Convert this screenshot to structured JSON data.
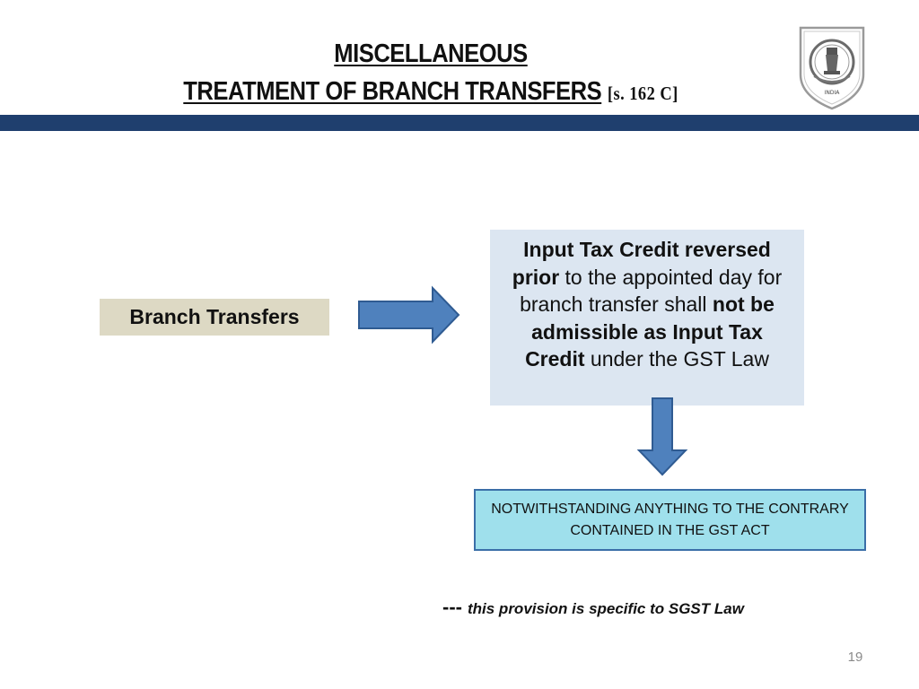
{
  "slide": {
    "title_line1": "MISCELLANEOUS",
    "title_line2_main": "TREATMENT OF BRANCH TRANSFERS",
    "title_line2_ref": "[s. 162 C]",
    "page_number": "19"
  },
  "emblem": {
    "text": "INDIA",
    "icon": "emblem-icon"
  },
  "diagram": {
    "branch_box_label": "Branch Transfers",
    "itc_box": {
      "part1_bold": "Input Tax Credit reversed prior",
      "part2": " to the appointed day for branch transfer shall ",
      "part3_bold": "not be admissible as  Input Tax Credit",
      "part4": " under the GST Law"
    },
    "contrary_box_text": "NOTWITHSTANDING ANYTHING TO THE CONTRARY CONTAINED IN THE GST ACT",
    "footnote_dashes": "---",
    "footnote_text": "this provision is specific to SGST Law"
  },
  "colors": {
    "band": "#1f3f6e",
    "branch_box": "#ddd9c4",
    "itc_box": "#dce6f1",
    "arrow": "#4f81bd",
    "contrary_box": "#9fe0ec"
  }
}
